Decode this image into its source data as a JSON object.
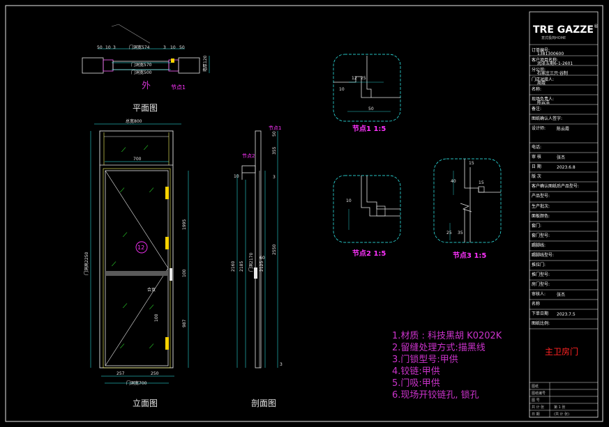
{
  "views": {
    "plan_title": "平面图",
    "elevation_title": "立面图",
    "section_title": "剖面图",
    "outside_label": "外",
    "node1_tag": "节点1",
    "node2_tag": "节点2",
    "node3_tag": "节点3"
  },
  "plan_dims": [
    "50",
    "10",
    "3",
    "门洞宽574",
    "3",
    "10",
    "50",
    "门洞宽570",
    "门洞宽500",
    "墙厚120"
  ],
  "elevation_dims": {
    "total_width": "总宽800",
    "inner_width": "700",
    "height_left": "门洞高2250",
    "dim_1995": "1995",
    "dim_987": "987",
    "dim_100a": "100",
    "dim_100b": "100",
    "bottom_a": "257",
    "bottom_b": "250",
    "bottom_total": "门洞宽700",
    "circle_label": "12",
    "hinge_note": "合页"
  },
  "section_dims": [
    "10",
    "3",
    "355",
    "50",
    "2160",
    "2185",
    "2125",
    "2550",
    "门洞2170",
    "60",
    "3"
  ],
  "nodes": {
    "node1_title": "节点1  1:5",
    "node2_title": "节点2  1:5",
    "node3_title": "节点3  1:5",
    "node1_dims": [
      "12",
      "25",
      "10",
      "50"
    ],
    "node2_dims": [
      "10"
    ],
    "node3_dims": [
      "15",
      "40",
      "15",
      "25",
      "35"
    ]
  },
  "notes": [
    "1.材质 : 科技黑胡 K0202K",
    "2.留缝处理方式:描黑线",
    "3.门锁型号:甲供",
    "4.铰链:甲供",
    "5.门吸:甲供",
    "6.现场开铰链孔, 锁孔"
  ],
  "room_label": "主卫房门",
  "title_block": {
    "brand": "TRE GAZZE",
    "brand_sub": "意式极简HOME",
    "rows": [
      {
        "label": "订单编号:",
        "value": "1381300600"
      },
      {
        "label": "客户项目名称:",
        "value": "润泽五期6-1-2601"
      },
      {
        "label": "分公司:",
        "value": "石家庄三只·谷制"
      },
      {
        "label": "门店对接人:",
        "value": "周霞"
      },
      {
        "label": "名称:",
        "value": ""
      },
      {
        "label": "现场负责人:",
        "value": "陈云洁"
      },
      {
        "label": "备注:",
        "value": ""
      },
      {
        "label": "图纸确认人签字:",
        "value": ""
      },
      {
        "label": "设计师:",
        "value": "陈云霞"
      },
      {
        "label": "电话:",
        "value": ""
      },
      {
        "label": "审 核",
        "value": "张杰"
      },
      {
        "label": "日 期",
        "value": "2023.6.8"
      },
      {
        "label": "版 次",
        "value": ""
      },
      {
        "label": "客户确认图纸后产品型号:",
        "value": ""
      },
      {
        "label": "产品型号:",
        "value": ""
      },
      {
        "label": "生产批次:",
        "value": ""
      },
      {
        "label": "面板颜色:",
        "value": ""
      },
      {
        "label": "套门:",
        "value": ""
      },
      {
        "label": "套门型号:",
        "value": ""
      },
      {
        "label": "踢脚线:",
        "value": ""
      },
      {
        "label": "踢脚线型号:",
        "value": ""
      },
      {
        "label": "推拉门:",
        "value": ""
      },
      {
        "label": "推门型号:",
        "value": ""
      },
      {
        "label": "房门型号:",
        "value": ""
      },
      {
        "label": "审核人:",
        "value": "张杰"
      },
      {
        "label": "名称",
        "value": ""
      },
      {
        "label": "下单日期",
        "value": "2023.7.5"
      },
      {
        "label": "图纸比例:",
        "value": ""
      }
    ],
    "bottom_rows": [
      {
        "label": "图纸",
        "value": ""
      },
      {
        "label": "图纸编号",
        "value": ""
      },
      {
        "label": "图 号",
        "value": ""
      },
      {
        "label": "共 计 张",
        "value": "第 1 张"
      },
      {
        "label": "日 期",
        "value": "(共 计 张)"
      }
    ]
  }
}
